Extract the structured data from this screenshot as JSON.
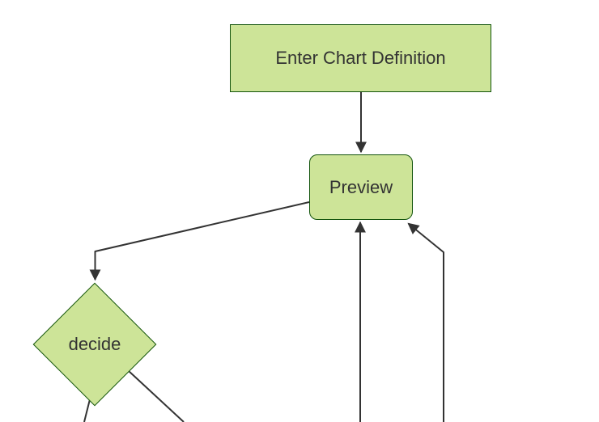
{
  "colors": {
    "background": "#ffffff",
    "node-fill": "#cde498",
    "node-border": "#13540c",
    "edge-color": "#333333",
    "text-color": "#333333"
  },
  "diagram": {
    "type": "flowchart",
    "nodes": [
      {
        "id": "enter",
        "label": "Enter Chart Definition",
        "shape": "rectangle"
      },
      {
        "id": "preview",
        "label": "Preview",
        "shape": "rounded-rectangle"
      },
      {
        "id": "decide",
        "label": "decide",
        "shape": "diamond"
      }
    ],
    "edges": [
      {
        "from": "enter",
        "to": "preview",
        "arrowhead": true
      },
      {
        "from": "preview",
        "to": "decide",
        "arrowhead": true
      },
      {
        "from": "offscreen-bottom",
        "to": "preview",
        "arrowhead": true
      },
      {
        "from": "offscreen-bottom-right",
        "to": "preview",
        "arrowhead": true
      },
      {
        "from": "decide",
        "to": "offscreen-bottom-left",
        "arrowhead": false
      },
      {
        "from": "decide",
        "to": "offscreen-bottom-right",
        "arrowhead": false
      }
    ]
  }
}
